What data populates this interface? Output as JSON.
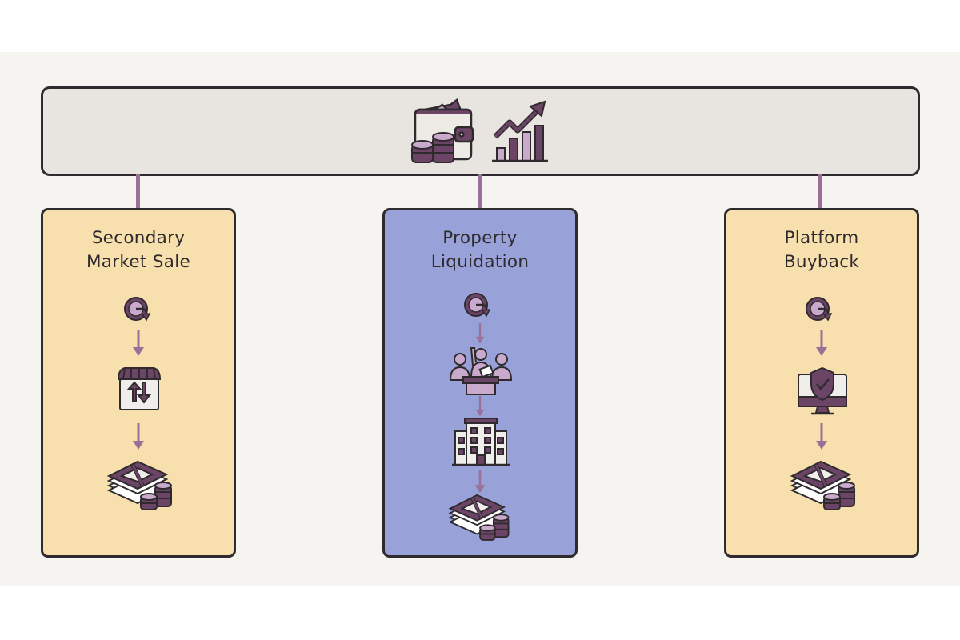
{
  "diagram": {
    "header": {
      "icons": [
        "wallet-with-coins-icon",
        "growth-chart-icon"
      ]
    },
    "options": [
      {
        "title_lines": [
          "Secondary",
          "Market Sale"
        ],
        "color": "#f8e0ae",
        "steps": [
          "start-cycle-icon",
          "marketplace-exchange-icon",
          "cash-payout-icon"
        ]
      },
      {
        "title_lines": [
          "Property",
          "Liquidation"
        ],
        "color": "#98a2d8",
        "steps": [
          "start-cycle-icon",
          "investor-vote-icon",
          "building-icon",
          "cash-payout-icon"
        ]
      },
      {
        "title_lines": [
          "Platform",
          "Buyback"
        ],
        "color": "#f8e0ae",
        "steps": [
          "start-cycle-icon",
          "secure-platform-icon",
          "cash-payout-icon"
        ]
      }
    ],
    "colors": {
      "outline": "#2e2a2e",
      "accent_purple": "#6b4466",
      "light_purple": "#c9a9cc",
      "connector": "#9a6f98"
    }
  }
}
